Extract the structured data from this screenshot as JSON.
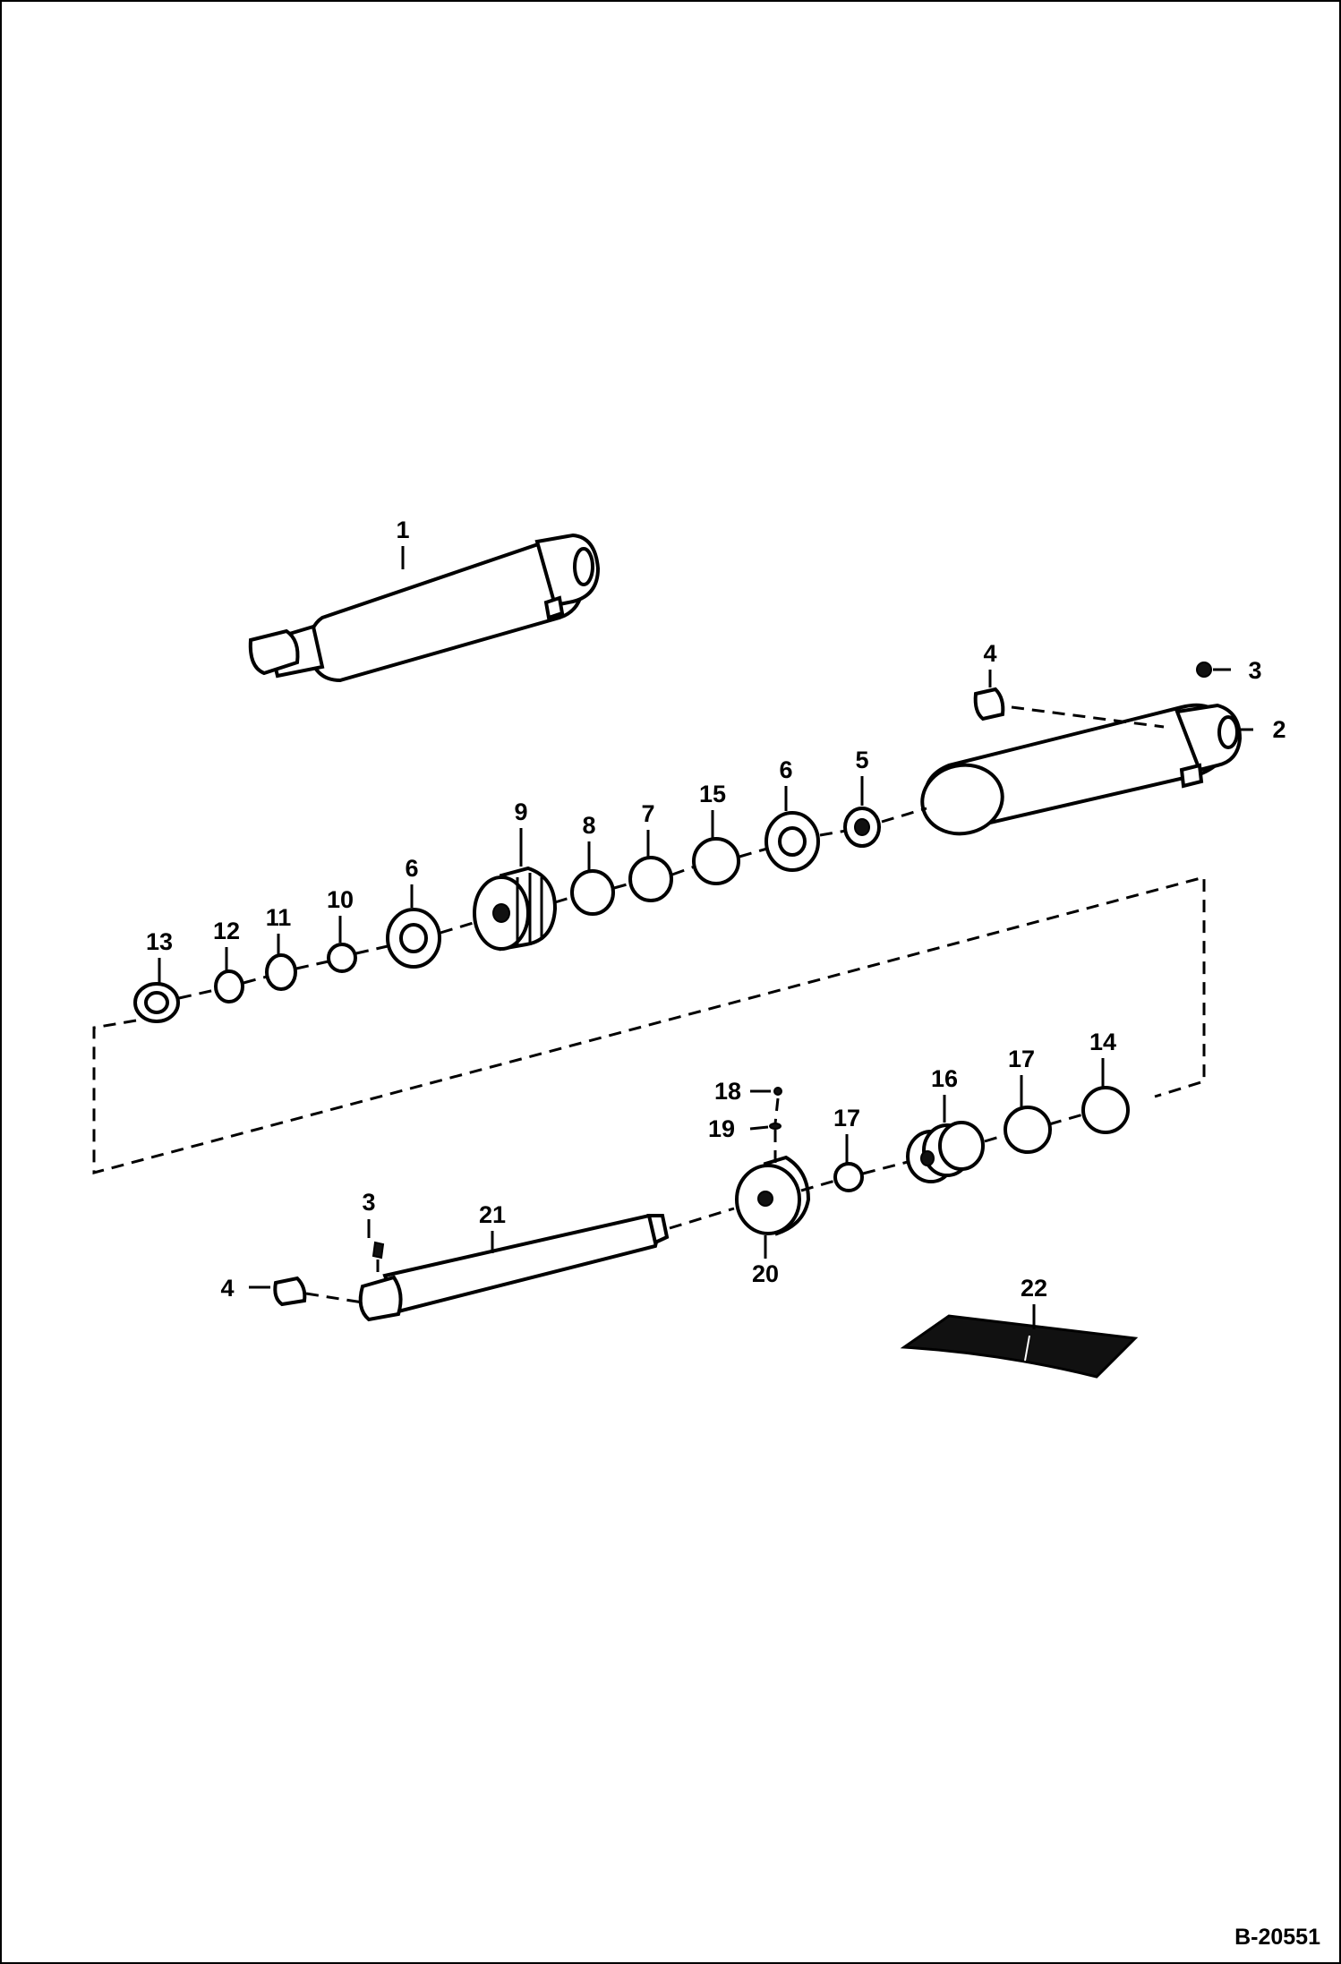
{
  "diagram": {
    "reference": "B-20551",
    "callouts": [
      {
        "id": "c1",
        "label": "1"
      },
      {
        "id": "c2",
        "label": "2"
      },
      {
        "id": "c3a",
        "label": "3"
      },
      {
        "id": "c3b",
        "label": "3"
      },
      {
        "id": "c4a",
        "label": "4"
      },
      {
        "id": "c4b",
        "label": "4"
      },
      {
        "id": "c5",
        "label": "5"
      },
      {
        "id": "c6a",
        "label": "6"
      },
      {
        "id": "c6b",
        "label": "6"
      },
      {
        "id": "c7",
        "label": "7"
      },
      {
        "id": "c8",
        "label": "8"
      },
      {
        "id": "c9",
        "label": "9"
      },
      {
        "id": "c10",
        "label": "10"
      },
      {
        "id": "c11",
        "label": "11"
      },
      {
        "id": "c12",
        "label": "12"
      },
      {
        "id": "c13",
        "label": "13"
      },
      {
        "id": "c14",
        "label": "14"
      },
      {
        "id": "c15",
        "label": "15"
      },
      {
        "id": "c16",
        "label": "16"
      },
      {
        "id": "c17a",
        "label": "17"
      },
      {
        "id": "c17b",
        "label": "17"
      },
      {
        "id": "c18",
        "label": "18"
      },
      {
        "id": "c19",
        "label": "19"
      },
      {
        "id": "c20",
        "label": "20"
      },
      {
        "id": "c21",
        "label": "21"
      },
      {
        "id": "c22",
        "label": "22"
      }
    ]
  }
}
